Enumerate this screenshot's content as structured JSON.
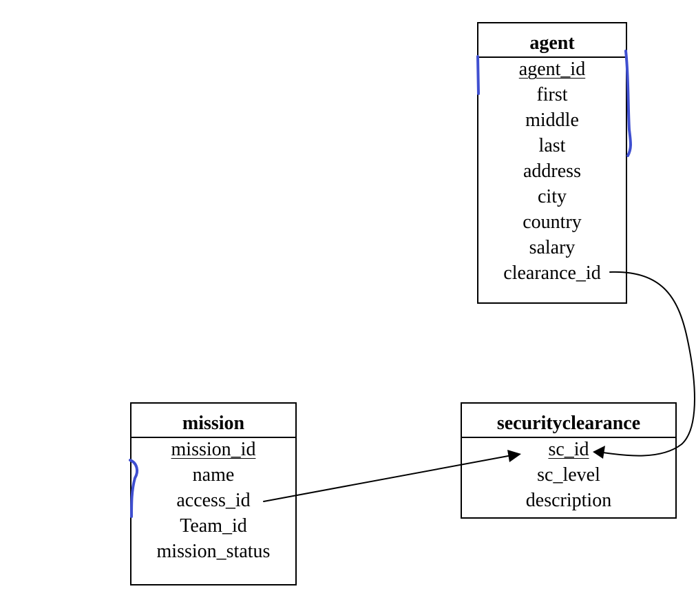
{
  "entities": {
    "agent": {
      "title": "agent",
      "primary_key": "agent_id",
      "attributes": [
        "first",
        "middle",
        "last",
        "address",
        "city",
        "country",
        "salary",
        "clearance_id"
      ]
    },
    "mission": {
      "title": "mission",
      "primary_key": "mission_id",
      "attributes": [
        "name",
        "access_id",
        "Team_id",
        "mission_status"
      ]
    },
    "securityclearance": {
      "title": "securityclearance",
      "primary_key": "sc_id",
      "attributes": [
        "sc_level",
        "description"
      ]
    }
  },
  "relationships": [
    {
      "from_entity": "agent",
      "from_attribute": "clearance_id",
      "to_entity": "securityclearance",
      "to_attribute": "sc_id"
    },
    {
      "from_entity": "mission",
      "from_attribute": "access_id",
      "to_entity": "securityclearance",
      "to_attribute": "sc_id"
    }
  ],
  "colors": {
    "line": "#000000",
    "annotation": "#3f4fd0",
    "background": "#ffffff"
  }
}
